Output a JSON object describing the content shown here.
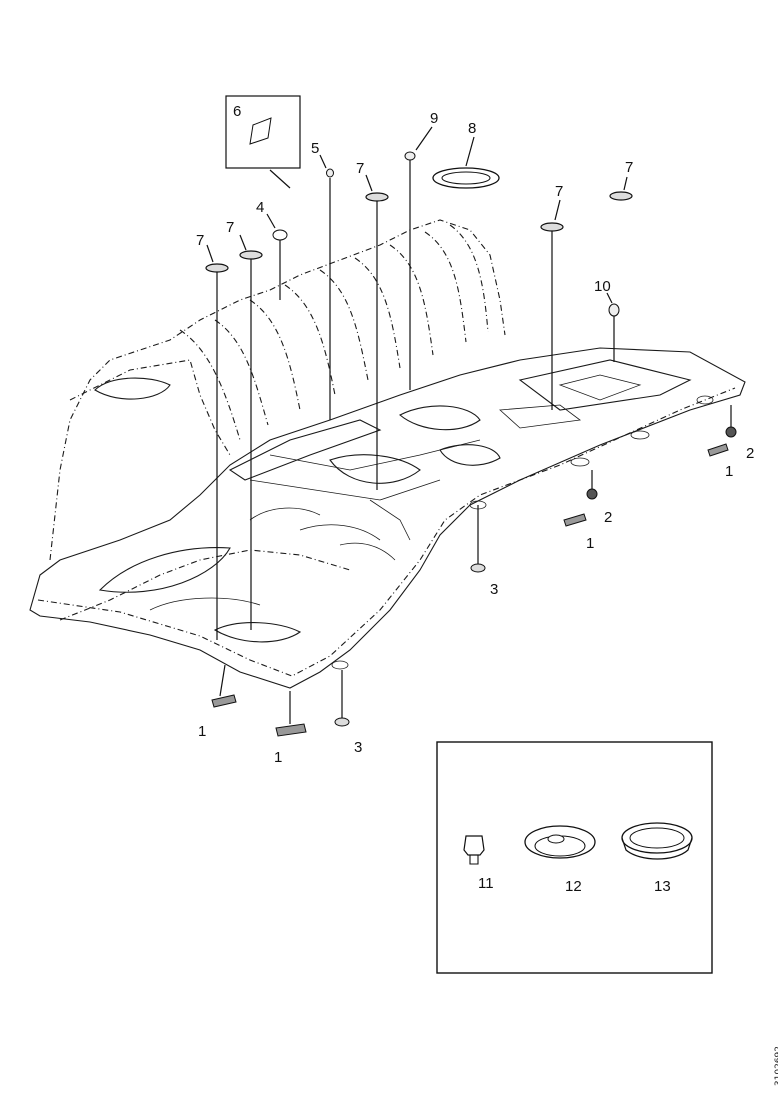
{
  "diagram": {
    "callouts": [
      "1",
      "1",
      "1",
      "1",
      "2",
      "2",
      "3",
      "3",
      "4",
      "5",
      "6",
      "7",
      "7",
      "7",
      "7",
      "7",
      "8",
      "9",
      "10",
      "11",
      "12",
      "13"
    ],
    "inset_labels": [
      "11",
      "12",
      "13"
    ],
    "reference": "3102692"
  }
}
